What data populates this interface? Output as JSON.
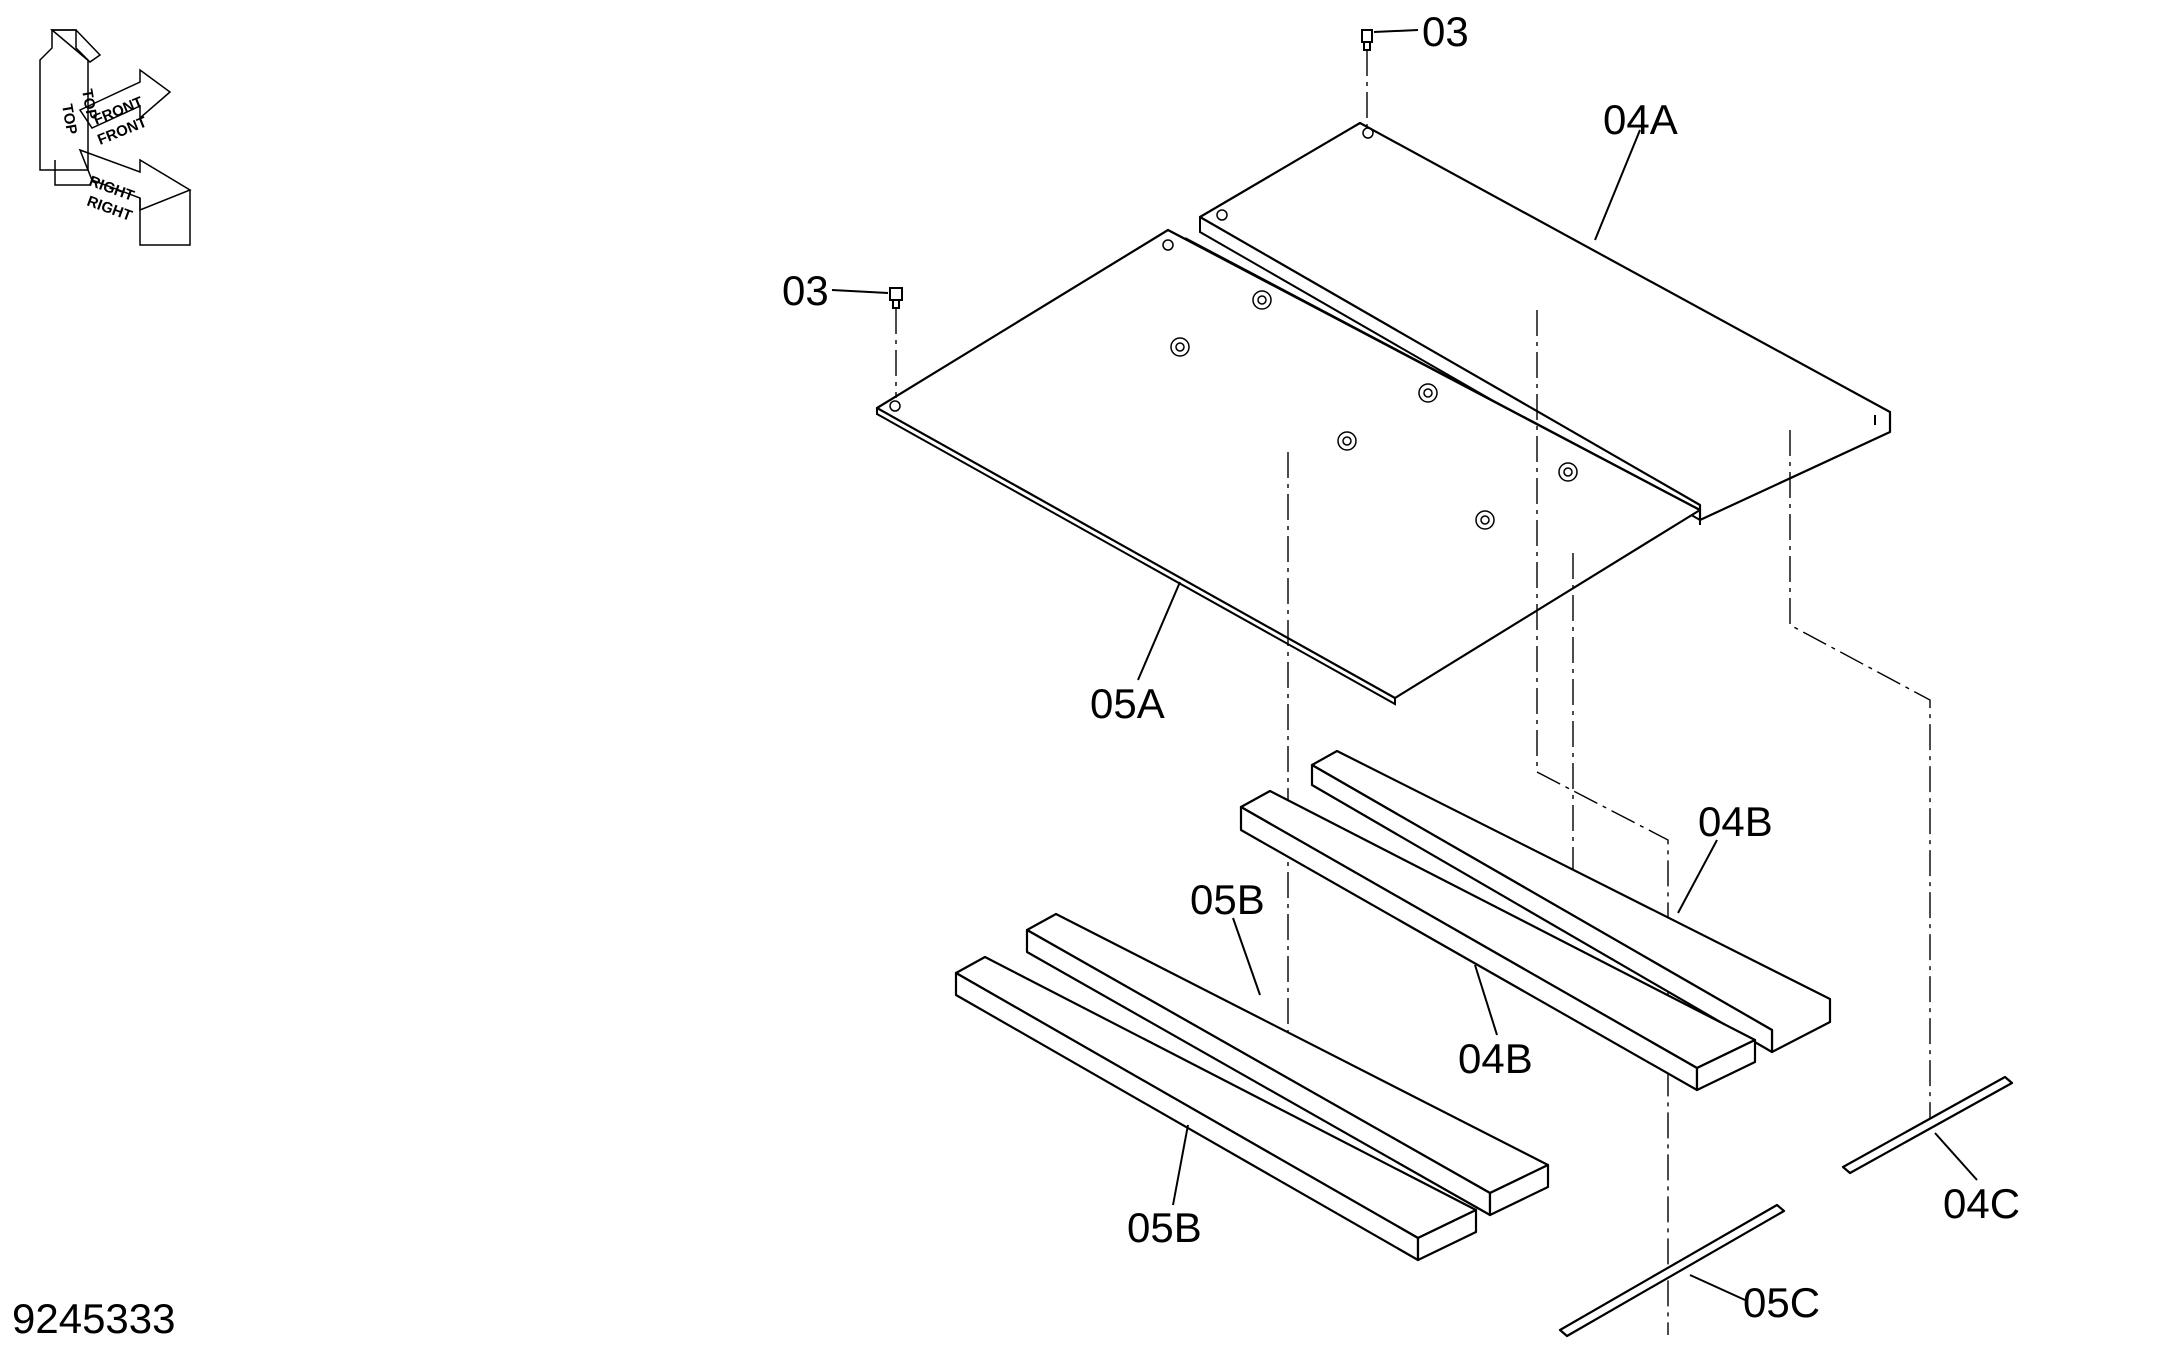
{
  "drawing_number": "9245333",
  "orientation": {
    "top": "TOP",
    "front": "FRONT",
    "right": "RIGHT"
  },
  "callouts": {
    "bolt_top": "03",
    "bolt_left": "03",
    "panel_rear": "04A",
    "panel_front": "05A",
    "pad_rear_right": "04B",
    "pad_rear_left": "04B",
    "pad_front_upper": "05B",
    "pad_front_lower": "05B",
    "strip_rear": "04C",
    "strip_front": "05C"
  }
}
